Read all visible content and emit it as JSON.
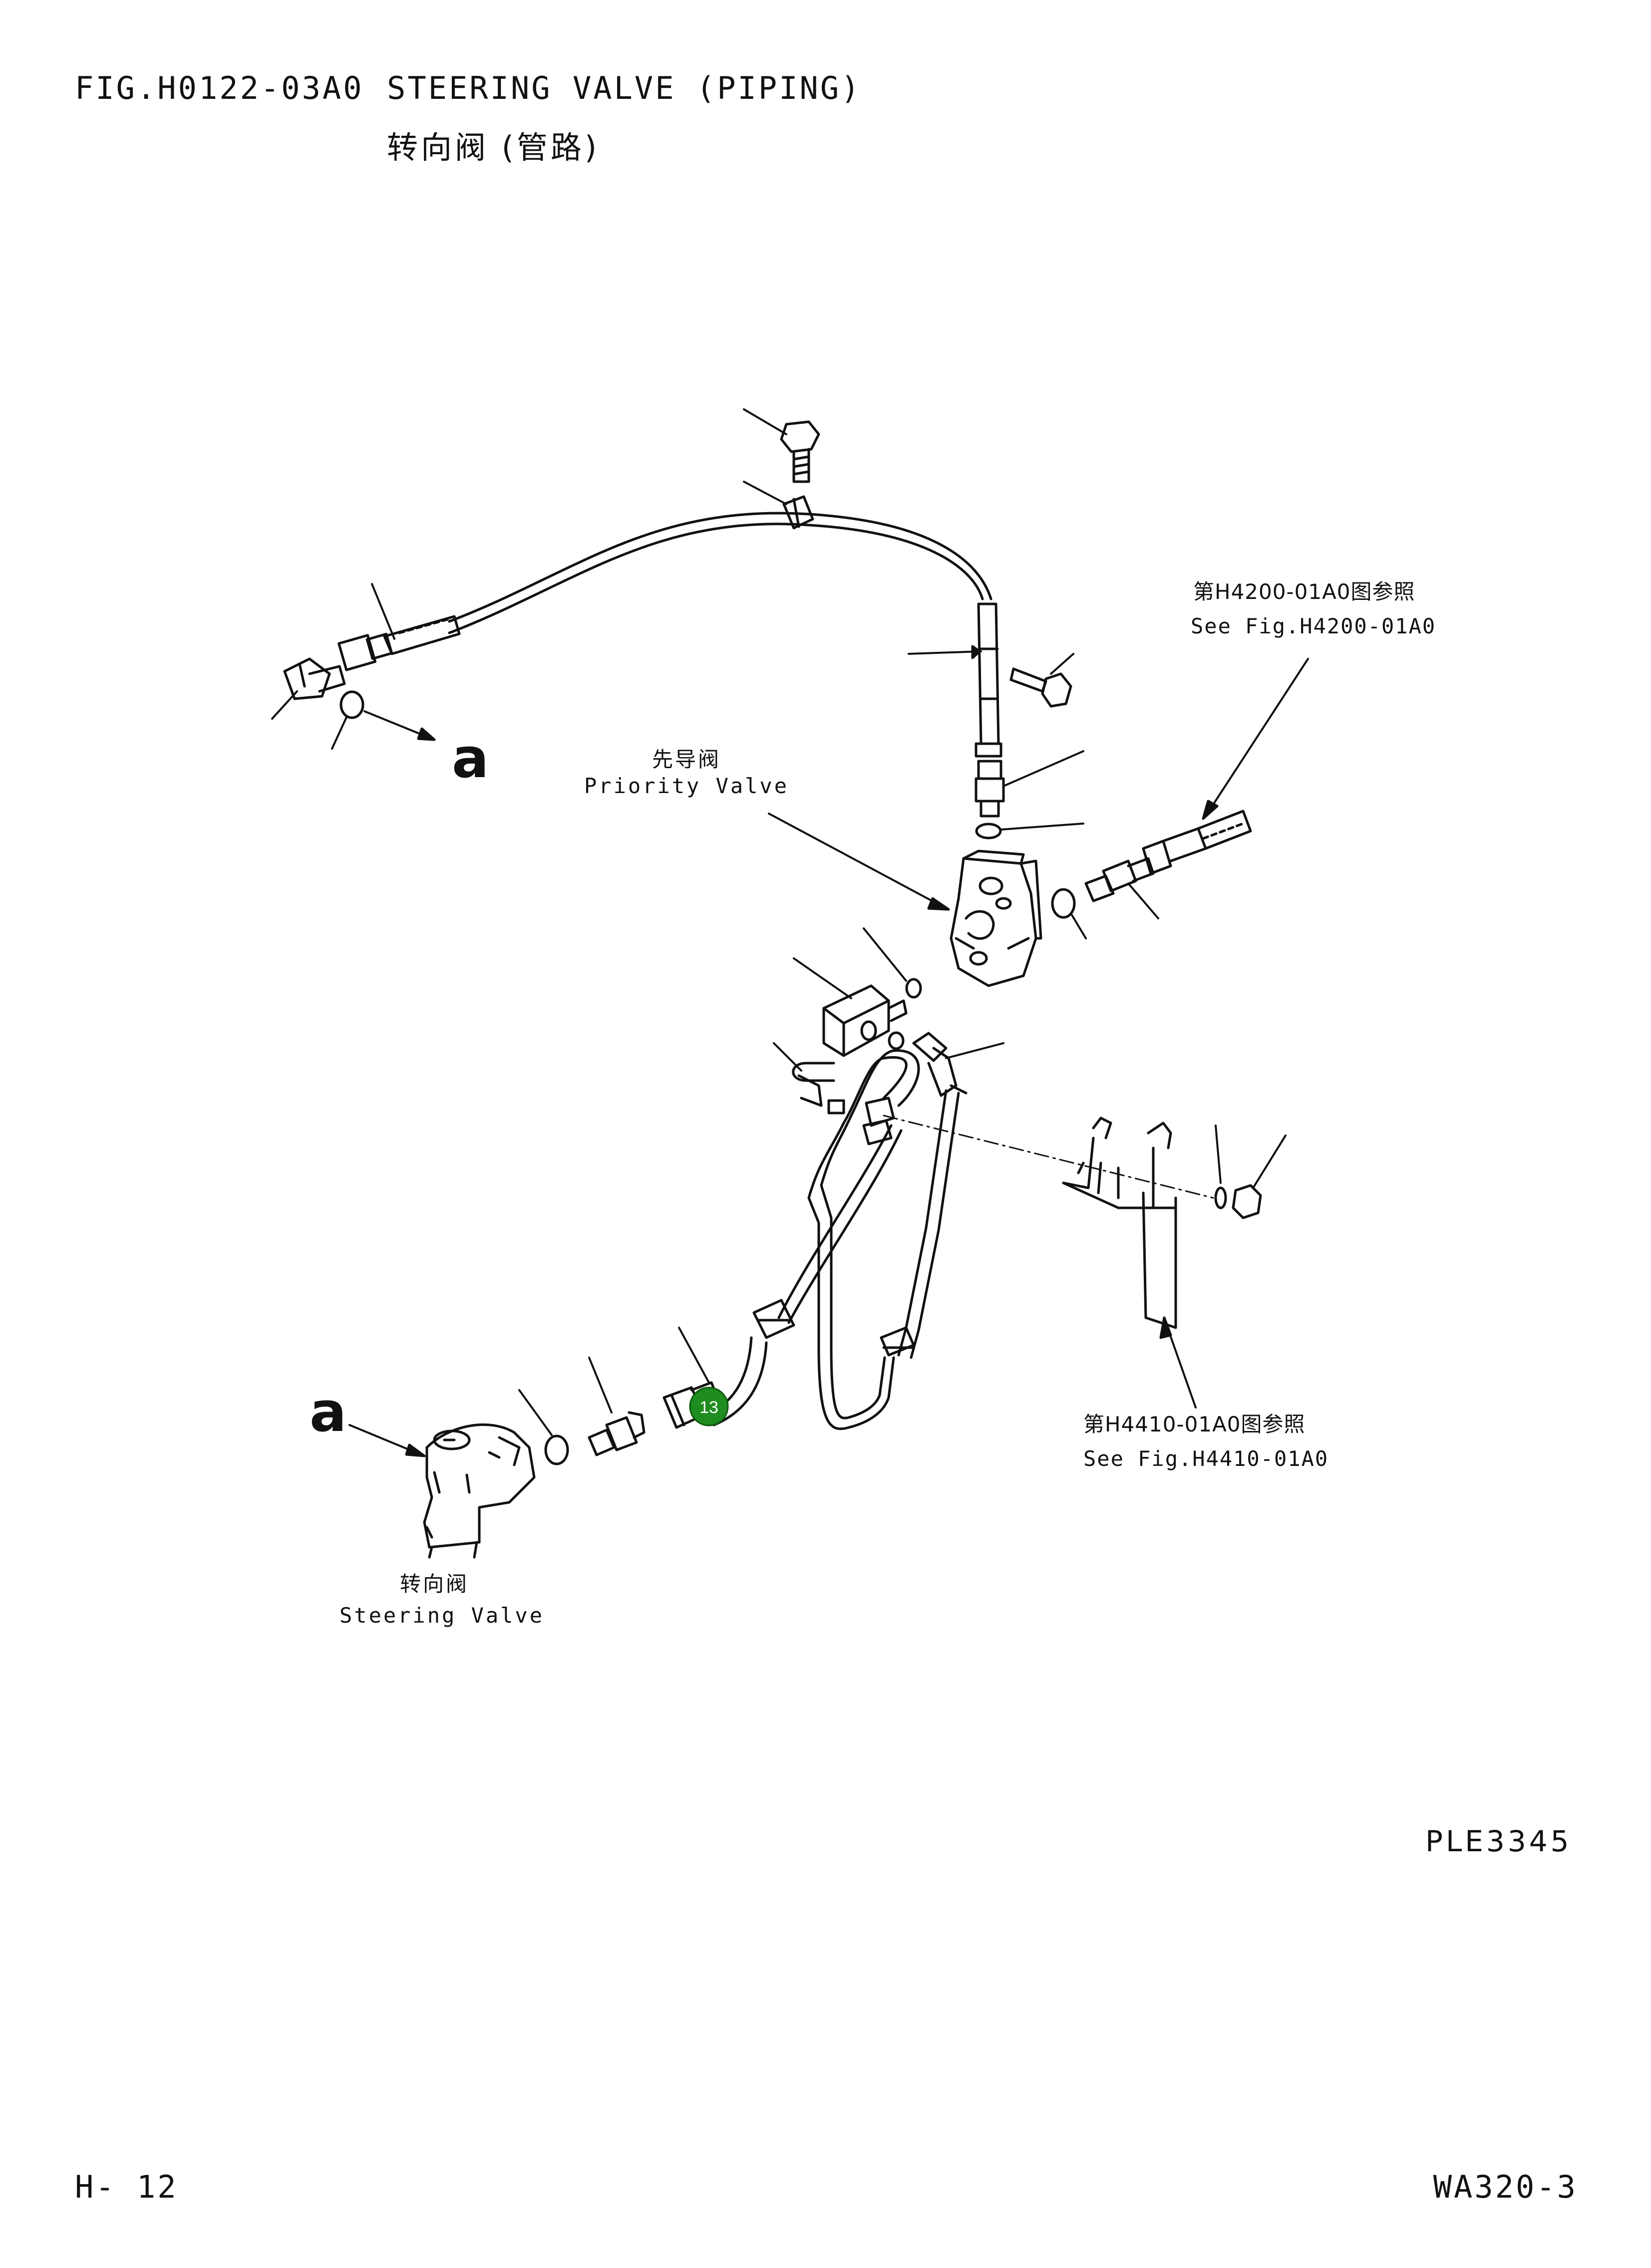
{
  "header": {
    "fig_number": "FIG.H0122-03A0",
    "title_en": "STEERING VALVE (PIPING)",
    "title_cn": "转向阀 (管路)"
  },
  "labels": {
    "priority_valve_cn": "先导阀",
    "priority_valve_en": "Priority Valve",
    "see_fig_1_cn": "第H4200-01A0图参照",
    "see_fig_1_en": "See Fig.H4200-01A0",
    "see_fig_2_cn": "第H4410-01A0图参照",
    "see_fig_2_en": "See Fig.H4410-01A0",
    "steering_valve_cn": "转向阀",
    "steering_valve_en": "Steering Valve",
    "ref_a_top": "a",
    "ref_a_bottom": "a"
  },
  "callout": {
    "number": "13",
    "color": "#1e8c1e"
  },
  "drawing_code": "PLE3345",
  "footer": {
    "page": "H-  12",
    "model": "WA320-3"
  }
}
